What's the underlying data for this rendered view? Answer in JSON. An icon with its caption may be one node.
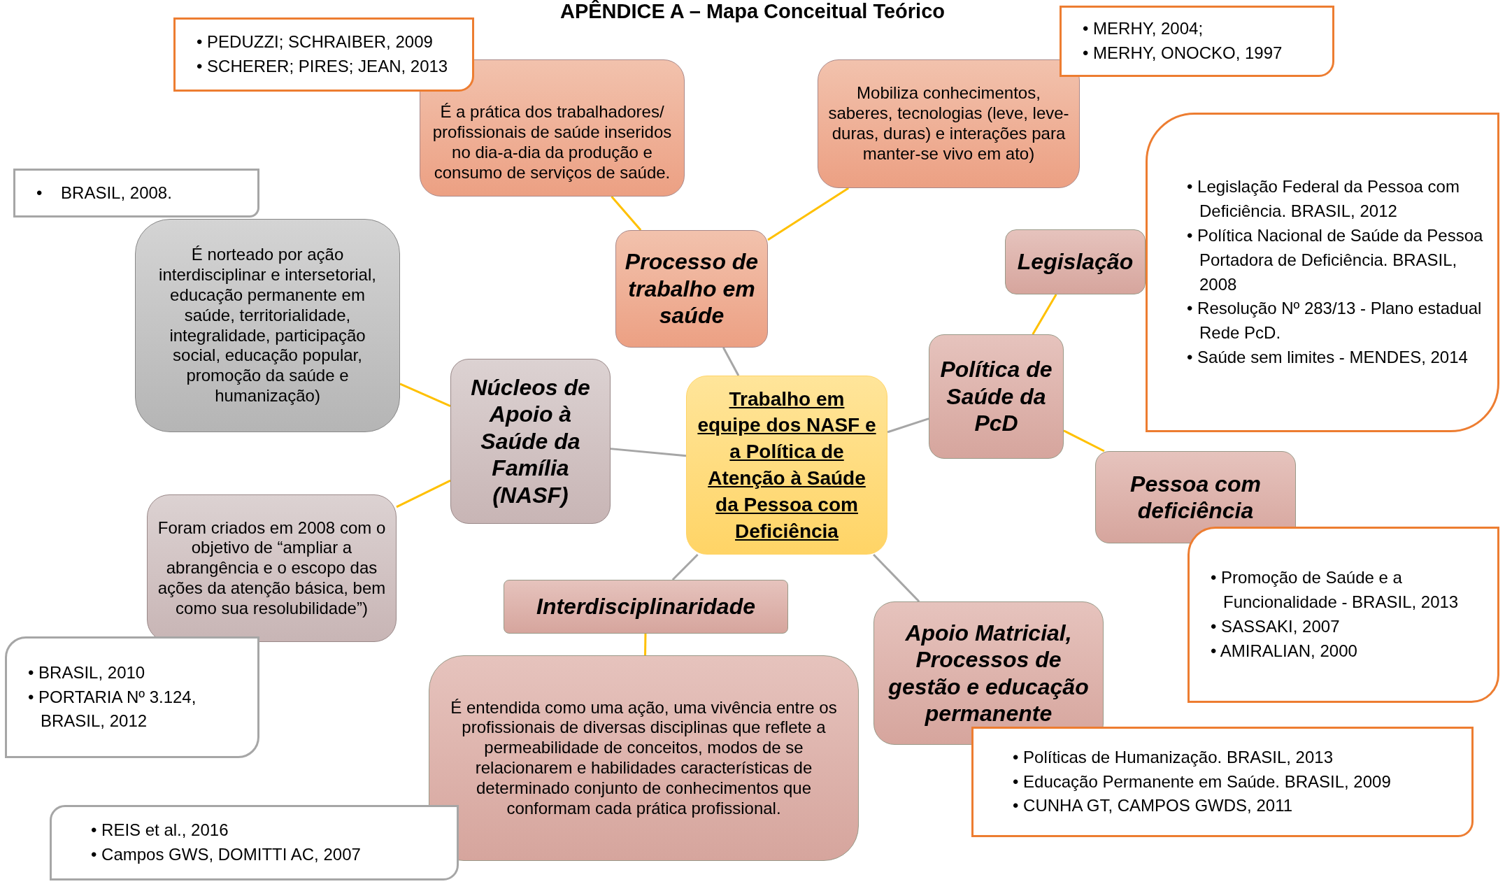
{
  "diagram": {
    "title": "APÊNDICE A – Mapa Conceitual Teórico",
    "nodes": [
      {
        "text": [
          "Trabalho em equipe dos NASF e a Política de Atenção à Saúde da Pessoa com Deficiência"
        ]
      },
      {
        "text": [
          "Processo de trabalho em saúde"
        ]
      },
      {
        "text": [
          "É a prática dos trabalhadores/ profissionais de saúde inseridos no dia-a-dia da produção e consumo de serviços de saúde."
        ]
      },
      {
        "text": [
          "• PEDUZZI; SCHRAIBER, 2009",
          "• SCHERER; PIRES; JEAN, 2013"
        ]
      },
      {
        "text": [
          "Mobiliza conhecimentos, saberes, tecnologias (leve, leve-duras, duras) e interações para manter-se vivo em ato)"
        ]
      },
      {
        "text": [
          "• MERHY, 2004;",
          "• MERHY, ONOCKO, 1997"
        ]
      },
      {
        "text": [
          "Política de Saúde da PcD"
        ]
      },
      {
        "text": [
          "Legislação"
        ]
      },
      {
        "text": [
          "• Legislação Federal da Pessoa com Deficiência. BRASIL, 2012",
          "• Política Nacional de Saúde da Pessoa Portadora de Deficiência. BRASIL, 2008",
          "• Resolução Nº 283/13 - Plano estadual Rede PcD.",
          "• Saúde sem limites - MENDES, 2014"
        ]
      },
      {
        "text": [
          "Pessoa com deficiência"
        ]
      },
      {
        "text": [
          "• Promoção de Saúde e a Funcionalidade - BRASIL, 2013",
          "• SASSAKI, 2007",
          "• AMIRALIAN, 2000"
        ]
      },
      {
        "text": [
          "Apoio Matricial, Processos de gestão e educação permanente"
        ]
      },
      {
        "text": [
          "• Políticas de Humanização. BRASIL, 2013",
          "• Educação Permanente em Saúde. BRASIL, 2009",
          "• CUNHA GT, CAMPOS GWDS, 2011"
        ]
      },
      {
        "text": [
          "Interdisciplinaridade"
        ]
      },
      {
        "text": [
          "É entendida como uma ação, uma vivência entre os profissionais de diversas disciplinas que reflete a permeabilidade de conceitos, modos de se relacionarem e habilidades características de determinado conjunto de conhecimentos que conformam cada prática profissional."
        ]
      },
      {
        "text": [
          "• REIS et al., 2016",
          "• Campos GWS, DOMITTI AC, 2007"
        ]
      },
      {
        "text": [
          "Núcleos de Apoio à Saúde da Família (NASF)"
        ]
      },
      {
        "text": [
          "É norteado por ação interdisciplinar e intersetorial, educação permanente em saúde, territorialidade, integralidade, participação social, educação popular, promoção da saúde e humanização)"
        ]
      },
      {
        "text": [
          "•    BRASIL, 2008."
        ]
      },
      {
        "text": [
          "Foram criados em 2008 com o objetivo de “ampliar a abrangência e o escopo das ações da atenção básica, bem como sua resolubilidade”)"
        ]
      },
      {
        "text": [
          "• BRASIL, 2010",
          "• PORTARIA Nº 3.124, BRASIL, 2012"
        ]
      }
    ],
    "edges": [
      {
        "from": 0,
        "to": 1,
        "arrow": "none",
        "color": "#a6a6a6"
      },
      {
        "from": 1,
        "to": 2,
        "arrow": "none"
      },
      {
        "from": 1,
        "to": 4,
        "arrow": "none"
      },
      {
        "from": 0,
        "to": 6,
        "arrow": "none",
        "color": "#a6a6a6"
      },
      {
        "from": 6,
        "to": 7,
        "arrow": "none"
      },
      {
        "from": 6,
        "to": 9,
        "arrow": "none"
      },
      {
        "from": 0,
        "to": 11,
        "arrow": "none",
        "color": "#a6a6a6"
      },
      {
        "from": 0,
        "to": 13,
        "arrow": "none",
        "color": "#a6a6a6"
      },
      {
        "from": 13,
        "to": 14,
        "arrow": "none"
      },
      {
        "from": 0,
        "to": 16,
        "arrow": "none",
        "color": "#a6a6a6"
      },
      {
        "from": 16,
        "to": 17,
        "arrow": "none"
      },
      {
        "from": 16,
        "to": 19,
        "arrow": "none"
      }
    ]
  }
}
